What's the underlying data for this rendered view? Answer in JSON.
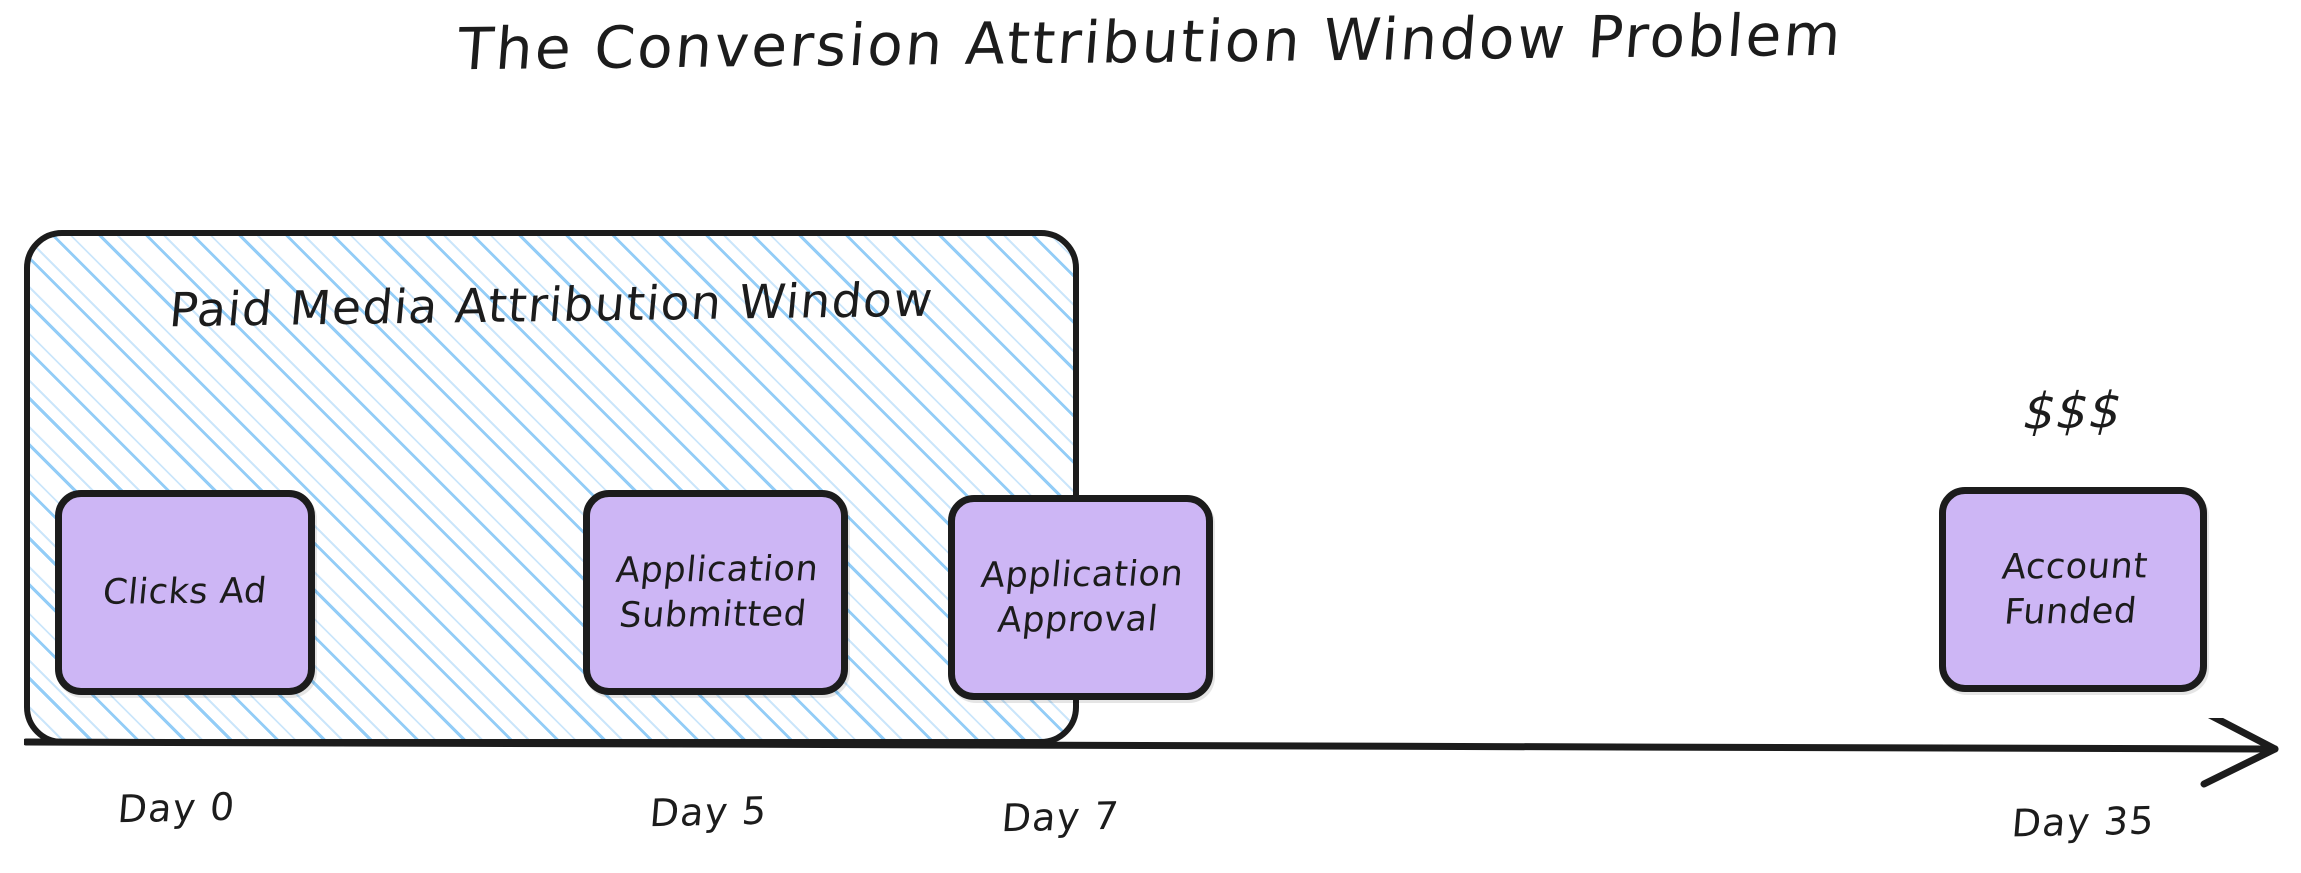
{
  "title": "The Conversion Attribution Window Problem",
  "attribution_window": {
    "label": "Paid Media Attribution Window",
    "hatch_color": "#93CDF7",
    "border_color": "#1C1C1C",
    "start_day": 0,
    "end_day": 7
  },
  "nodes": [
    {
      "id": "clicks-ad",
      "label": "Clicks Ad",
      "day": 0,
      "day_label": "Day 0",
      "inside_window": true
    },
    {
      "id": "application-submitted",
      "label": "Application\nSubmitted",
      "day": 5,
      "day_label": "Day 5",
      "inside_window": true
    },
    {
      "id": "application-approval",
      "label": "Application\nApproval",
      "day": 7,
      "day_label": "Day 7",
      "inside_window": true
    },
    {
      "id": "account-funded",
      "label": "Account\nFunded",
      "day": 35,
      "day_label": "Day 35",
      "inside_window": false
    }
  ],
  "money_annotation": "$$$",
  "timeline": {
    "ticks": [
      "Day 0",
      "Day 5",
      "Day 7",
      "Day 35"
    ],
    "arrow_direction": "right",
    "line_color": "#1C1C1C"
  },
  "colors": {
    "node_fill": "#CDB6F5",
    "ink": "#1C1C1C",
    "hatch": "#93CDF7",
    "background": "#FFFFFF"
  },
  "chart_data": {
    "type": "timeline",
    "title": "The Conversion Attribution Window Problem",
    "xlabel": "",
    "x_unit": "days",
    "xlim": [
      0,
      38
    ],
    "grid": false,
    "legend": "none",
    "events": [
      {
        "name": "Clicks Ad",
        "day": 0
      },
      {
        "name": "Application Submitted",
        "day": 5
      },
      {
        "name": "Application Approval",
        "day": 7
      },
      {
        "name": "Account Funded",
        "day": 35
      }
    ],
    "spans": [
      {
        "name": "Paid Media Attribution Window",
        "start_day": 0,
        "end_day": 7,
        "style": "hatched"
      }
    ],
    "annotations": [
      {
        "text": "$$$",
        "day": 35,
        "target": "Account Funded"
      }
    ]
  }
}
